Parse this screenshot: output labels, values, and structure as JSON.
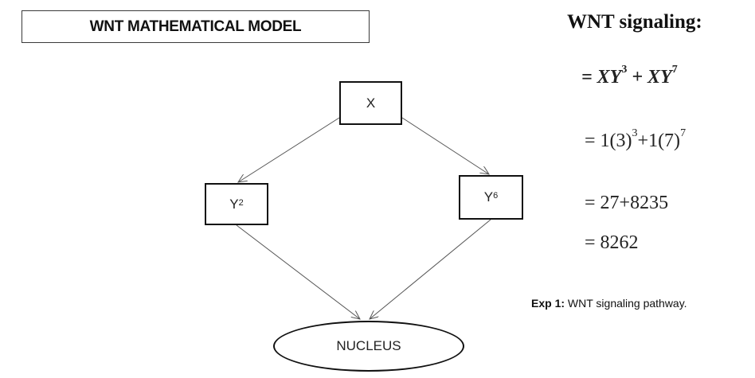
{
  "title": "WNT MATHEMATICAL MODEL",
  "nodes": {
    "x": "X",
    "y2": {
      "base": "Y",
      "exp": "2"
    },
    "y6": {
      "base": "Y",
      "exp": "6"
    },
    "nucleus": "NUCLEUS"
  },
  "equations": {
    "heading": "WNT signaling:",
    "formula": {
      "prefix": "= XY",
      "exp1": "3",
      "middle": " + XY",
      "exp2": "7"
    },
    "substitution": {
      "prefix": "= 1(3)",
      "exp1": "3",
      "middle": "+1(7)",
      "exp2": "7"
    },
    "sum": "= 27+8235",
    "result": "= 8262"
  },
  "caption": {
    "label": "Exp 1:",
    "text": " WNT signaling pathway."
  },
  "colors": {
    "stroke": "#111111",
    "arrow": "#555555"
  }
}
